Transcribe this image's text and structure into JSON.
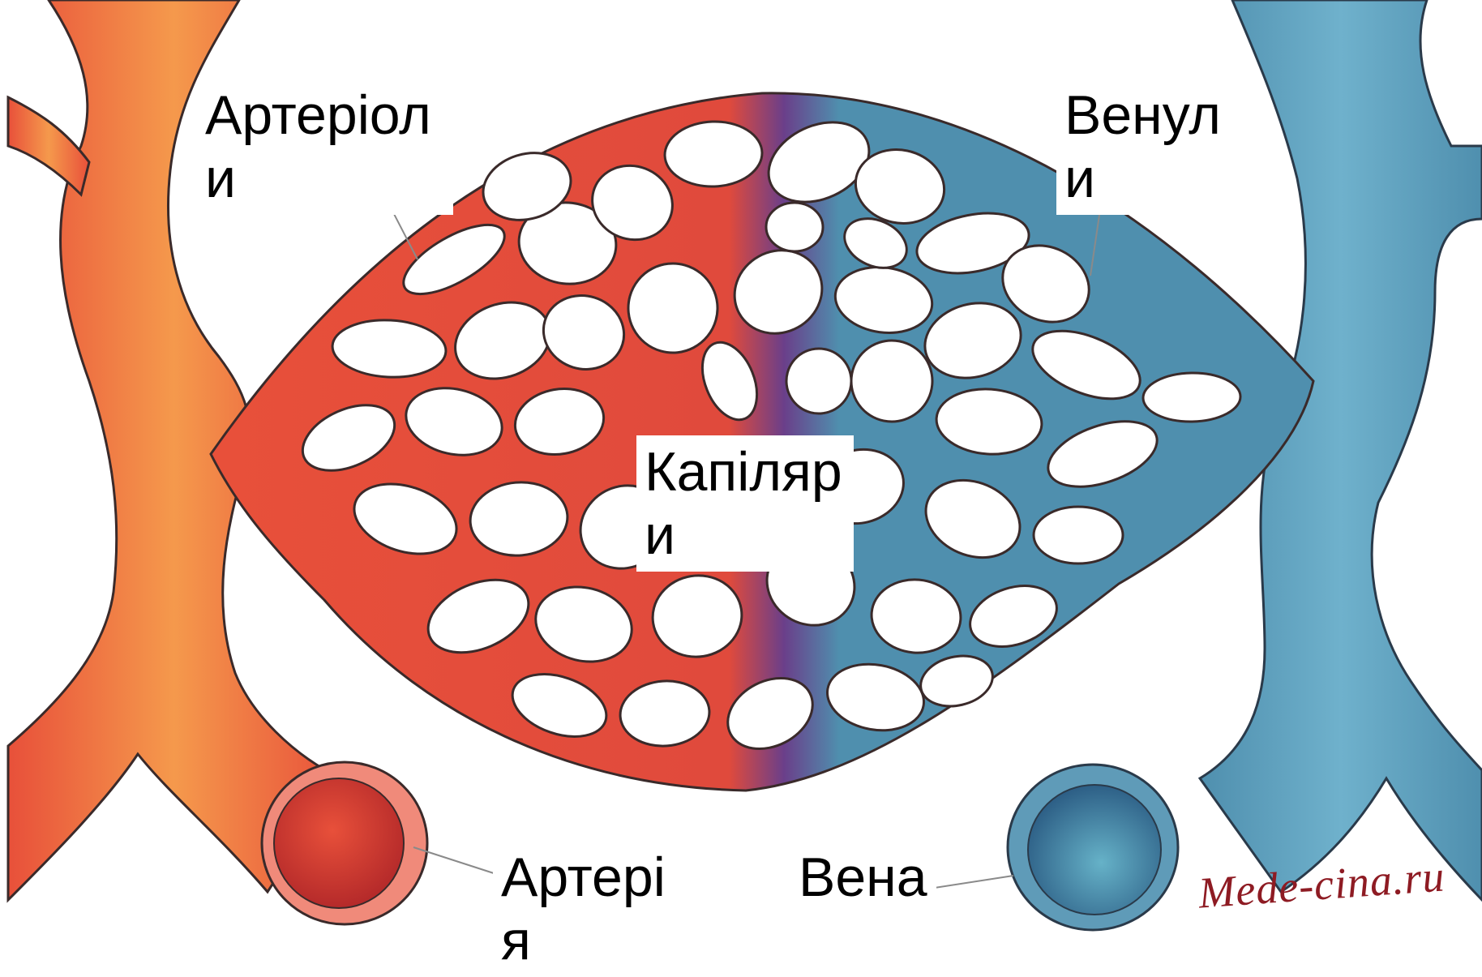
{
  "labels": {
    "arterioles": "Артеріоли",
    "venules": "Венули",
    "capillaries": "Капіляри",
    "artery": "Артерія",
    "vein": "Вена"
  },
  "watermark": "Mede-cina.ru",
  "colors": {
    "artery_red": "#e8503a",
    "artery_light": "#f28a4a",
    "vein_blue": "#4f8fae",
    "vein_light": "#6fb1cc",
    "transition_purple": "#6a3f8a",
    "outline": "#3a2a2a",
    "leader_line": "#8a8a8a"
  }
}
